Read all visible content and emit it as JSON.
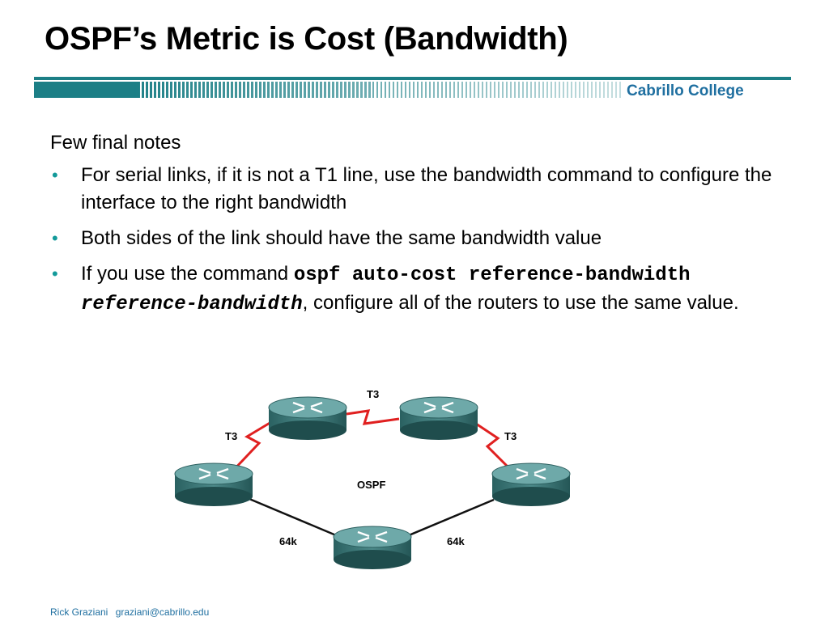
{
  "slide": {
    "title": "OSPF’s Metric is Cost (Bandwidth)",
    "brand": "Cabrillo College",
    "intro": "Few final notes",
    "bullets": [
      {
        "text": "For serial links, if it is not a T1 line, use the bandwidth command to configure the interface to the right bandwidth"
      },
      {
        "text": "Both sides of the link should have the same bandwidth value"
      },
      {
        "prefix": "If you use the command ",
        "command": "ospf auto-cost reference-bandwidth",
        "argument": "reference-bandwidth",
        "suffix": ", configure all of the routers to use the same value."
      }
    ],
    "bullet_glyph": "•"
  },
  "diagram": {
    "center_label": "OSPF",
    "links": [
      {
        "label": "T3",
        "type": "serial"
      },
      {
        "label": "T3",
        "type": "serial"
      },
      {
        "label": "T3",
        "type": "serial"
      },
      {
        "label": "64k",
        "type": "ethernet"
      },
      {
        "label": "64k",
        "type": "ethernet"
      }
    ],
    "routers": [
      "router",
      "router",
      "router",
      "router",
      "router"
    ],
    "colors": {
      "serial": "#e02020",
      "ethernet": "#111111",
      "router_body": "#2f6f6f",
      "router_top": "#5fa0a0"
    }
  },
  "footer": {
    "author": "Rick Graziani",
    "email": "graziani@cabrillo.edu"
  }
}
